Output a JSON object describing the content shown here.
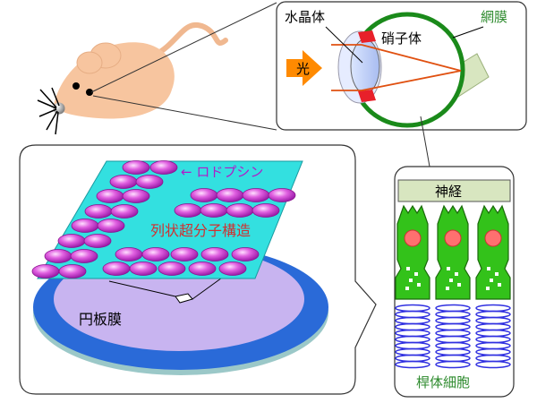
{
  "labels": {
    "lens": "水晶体",
    "retina": "網膜",
    "vitreous": "硝子体",
    "light": "光",
    "rhodopsin": "← ロドプシン",
    "supramolecular": "列状超分子構造",
    "disc_membrane": "円板膜",
    "nerve": "神経",
    "rod_cell": "桿体細胞"
  },
  "colors": {
    "retina": "#1a8a1a",
    "label_green": "#2e8b2e",
    "rhodopsin_text": "#b01cc8",
    "structure_text": "#d03030",
    "arrow_orange": "#ff8a00",
    "light_ray": "#e05010",
    "mouse_body": "#f7c59f",
    "membrane_sheet": "#33e0e0",
    "rhodopsin": "#d040d0",
    "disc_face": "#c8b4f0",
    "disc_rim": "#2a6ad8",
    "cell_body": "#33c21a",
    "cell_nucleus": "#ff7070",
    "disc_stack": "#3030e0",
    "nerve_bg": "#d8e6c0"
  },
  "icons": [
    "mouse-illustration",
    "eye-illustration",
    "rod-cell-illustration",
    "disc-membrane-illustration"
  ]
}
